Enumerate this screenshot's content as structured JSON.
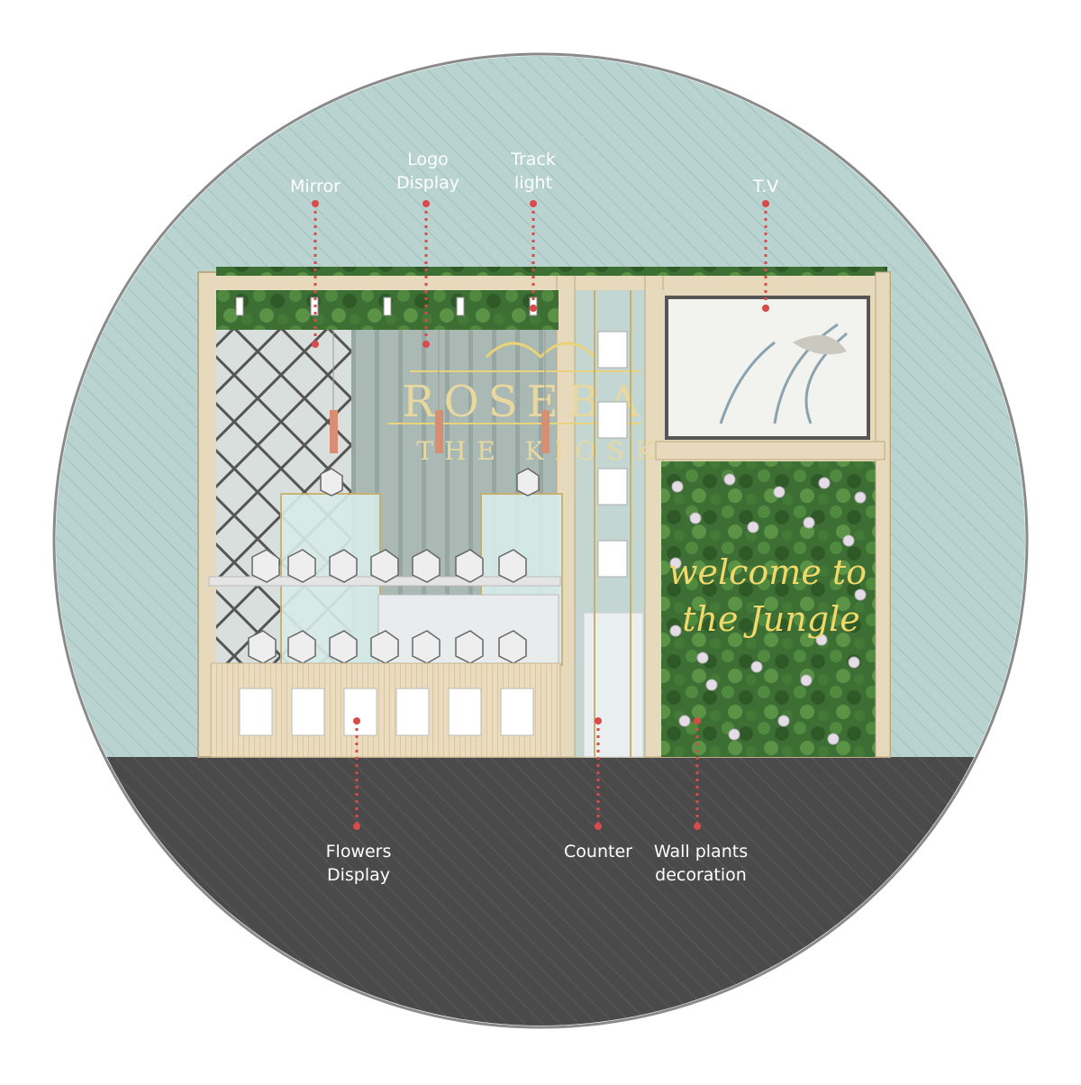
{
  "logo": {
    "main": "ROSEBA",
    "sub": "THE KIOSK"
  },
  "sign": {
    "line1": "welcome to",
    "line2": "the Jungle"
  },
  "callouts": {
    "mirror": "Mirror",
    "logo_display": "Logo\nDisplay",
    "track_light": "Track\nlight",
    "tv": "T.V",
    "flowers_display": "Flowers\nDisplay",
    "counter": "Counter",
    "wall_plants": "Wall plants\ndecoration"
  },
  "colors": {
    "wall": "#b9d4d0",
    "floor": "#4a4a4a",
    "frame": "#e7d9bb",
    "gold": "#e8d27a",
    "greenery": "#3d6e34",
    "marker": "#d94a4a"
  }
}
